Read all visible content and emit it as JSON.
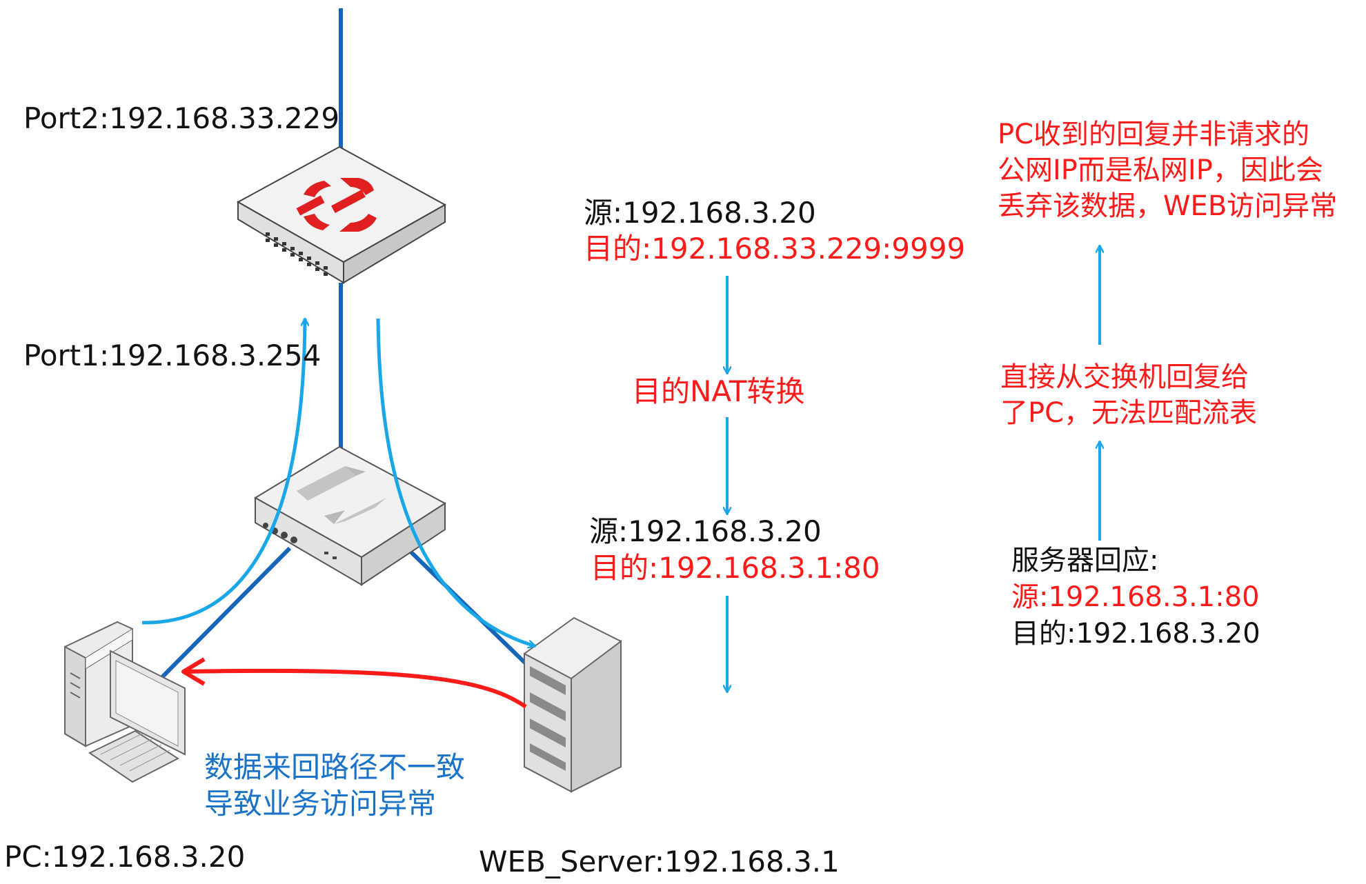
{
  "labels": {
    "port2": "Port2:192.168.33.229",
    "port1": "Port1:192.168.3.254",
    "pc": "PC:192.168.3.20",
    "server": "WEB_Server:192.168.3.1"
  },
  "middle": {
    "req_src": "源:192.168.3.20",
    "req_dst": "目的:192.168.33.229:9999",
    "nat": "目的NAT转换",
    "after_src": "源:192.168.3.20",
    "after_dst": "目的:192.168.3.1:80"
  },
  "right": {
    "result_line1": "PC收到的回复并非请求的",
    "result_line2": "公网IP而是私网IP，因此会",
    "result_line3": "丢弃该数据，WEB访问异常",
    "switch_line1": "直接从交换机回复给",
    "switch_line2": "了PC，无法匹配流表",
    "reply_title": "服务器回应:",
    "reply_src": "源:192.168.3.1:80",
    "reply_dst": "目的:192.168.3.20"
  },
  "note": {
    "line1": "数据来回路径不一致",
    "line2": "导致业务访问异常"
  },
  "colors": {
    "black": "#111111",
    "red": "#ff1a1a",
    "cyan": "#1aa7e8",
    "dark_blue": "#1565b8",
    "note_blue": "#1a73c8",
    "fortinet_red": "#e02020"
  },
  "icons": [
    "firewall-icon",
    "switch-icon",
    "pc-icon",
    "server-icon"
  ]
}
